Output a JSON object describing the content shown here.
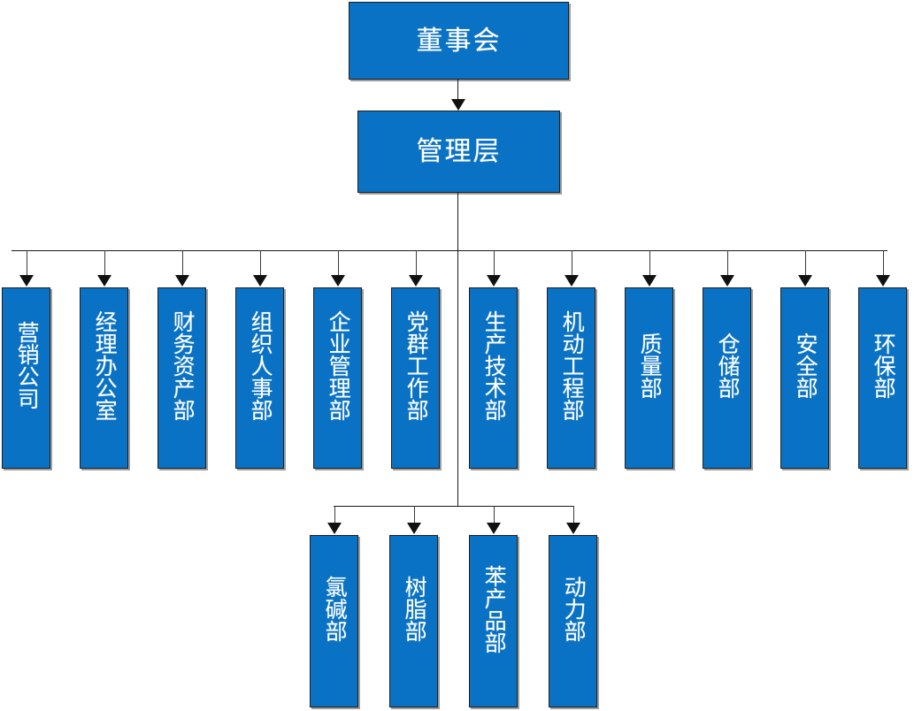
{
  "diagram": {
    "title_text": "",
    "colors": {
      "node_fill": "#0a72c4",
      "node_border": "#1f1f1f",
      "node_text": "#ffffff",
      "connector": "#1a1a1a",
      "shadow": "#8c8c8c",
      "background": "#ffffff"
    },
    "levels": {
      "board_label": "董事会",
      "management_label": "管理层"
    },
    "departments": [
      {
        "label": "营销公司"
      },
      {
        "label": "经理办公室"
      },
      {
        "label": "财务资产部"
      },
      {
        "label": "组织人事部"
      },
      {
        "label": "企业管理部"
      },
      {
        "label": "党群工作部"
      },
      {
        "label": "生产技术部"
      },
      {
        "label": "机动工程部"
      },
      {
        "label": "质量部"
      },
      {
        "label": "仓储部"
      },
      {
        "label": "安全部"
      },
      {
        "label": "环保部"
      }
    ],
    "production_units": [
      {
        "label": "氯碱部"
      },
      {
        "label": "树脂部"
      },
      {
        "label": "苯产品部"
      },
      {
        "label": "动力部"
      }
    ]
  }
}
